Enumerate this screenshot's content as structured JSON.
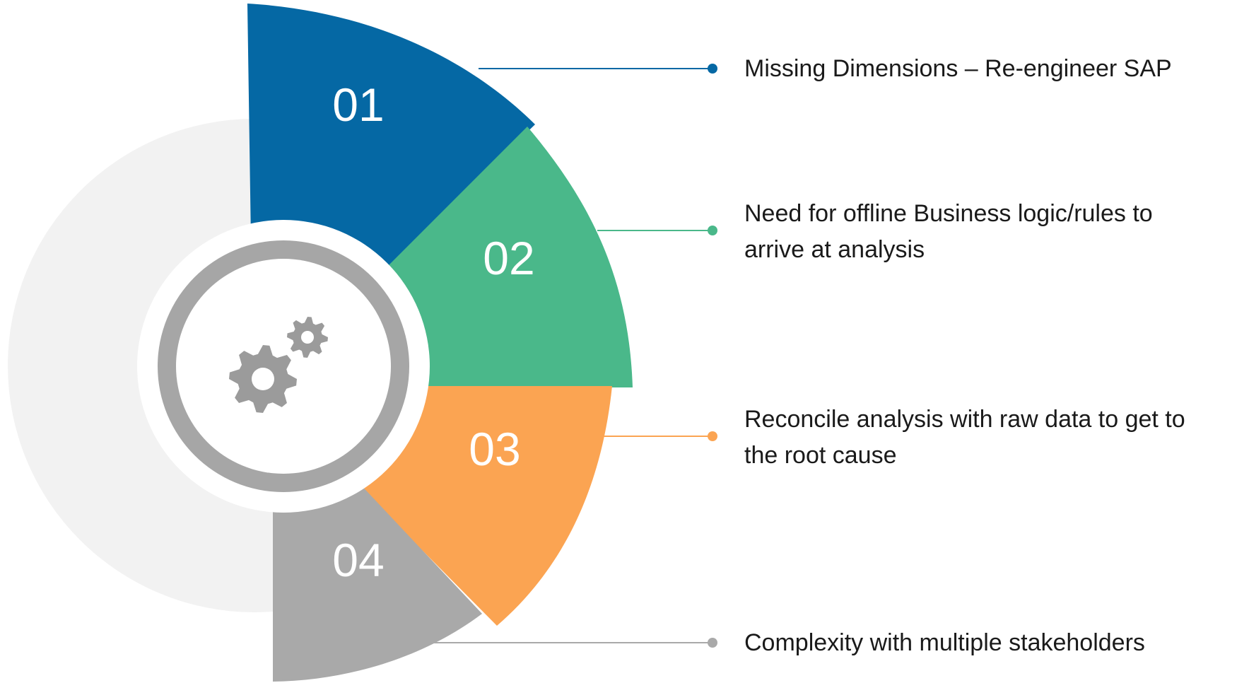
{
  "colors": {
    "background_arc": "#f2f2f2",
    "segment_01": "#0568a4",
    "segment_02": "#4ab88a",
    "segment_03": "#fba452",
    "segment_04": "#a9a9a9",
    "hub_ring": "#a6a6a6",
    "gear": "#9b9b9b",
    "text": "#1a1a1a"
  },
  "hub": {
    "icon": "gears-icon"
  },
  "items": [
    {
      "number": "01",
      "lines": [
        "Missing Dimensions – Re-engineer SAP"
      ],
      "color": "#0568a4"
    },
    {
      "number": "02",
      "lines": [
        "Need for offline Business logic/rules to",
        "arrive at analysis"
      ],
      "color": "#4ab88a"
    },
    {
      "number": "03",
      "lines": [
        "Reconcile analysis with raw data to get to",
        "the root cause"
      ],
      "color": "#fba452"
    },
    {
      "number": "04",
      "lines": [
        "Complexity with multiple stakeholders"
      ],
      "color": "#a9a9a9"
    }
  ]
}
